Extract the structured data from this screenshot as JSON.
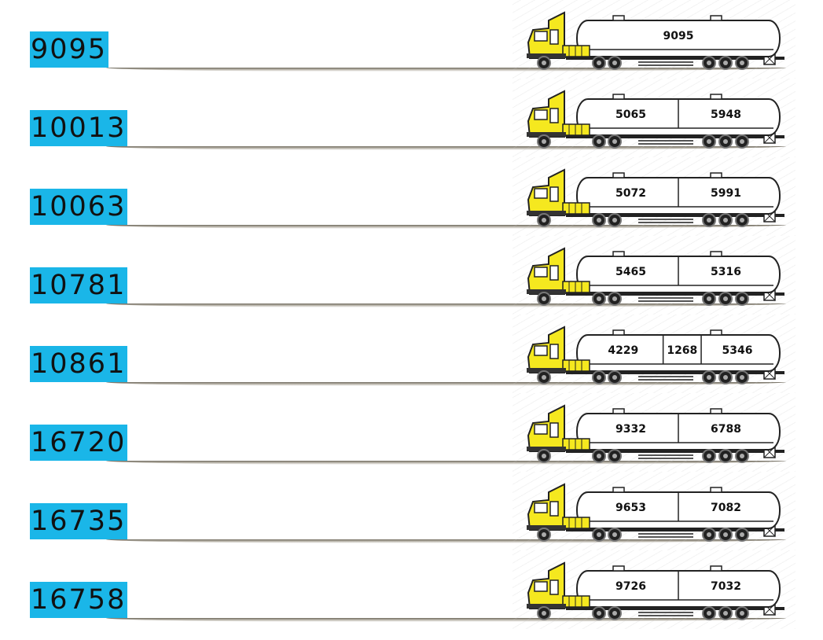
{
  "rows": [
    {
      "total": "9095",
      "compartments": [
        "9095"
      ]
    },
    {
      "total": "10013",
      "compartments": [
        "5065",
        "5948"
      ]
    },
    {
      "total": "10063",
      "compartments": [
        "5072",
        "5991"
      ]
    },
    {
      "total": "10781",
      "compartments": [
        "5465",
        "5316"
      ]
    },
    {
      "total": "10861",
      "compartments": [
        "4229",
        "1268",
        "5346"
      ]
    },
    {
      "total": "16720",
      "compartments": [
        "9332",
        "6788"
      ]
    },
    {
      "total": "16735",
      "compartments": [
        "9653",
        "7082"
      ]
    },
    {
      "total": "16758",
      "compartments": [
        "9726",
        "7032"
      ]
    }
  ],
  "colors": {
    "total_highlight": "#1ab6e8",
    "truck_cab": "#f5e81f",
    "tank": "#ffffff"
  }
}
